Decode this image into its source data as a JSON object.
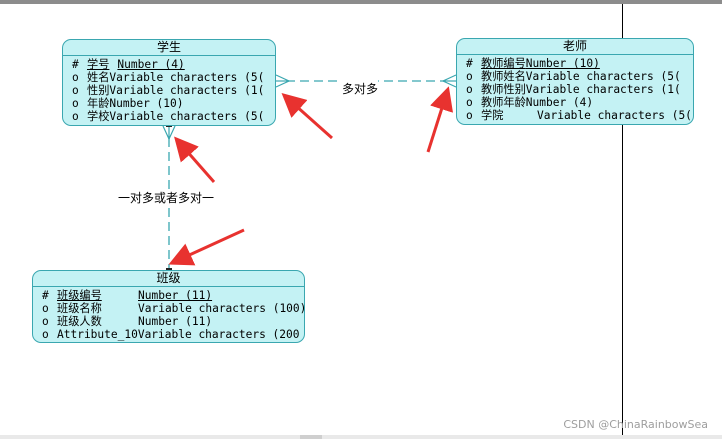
{
  "entities": {
    "student": {
      "title": "学生",
      "attributes": [
        {
          "marker": "#",
          "name": "学号",
          "type": "Number (4)",
          "pk": true
        },
        {
          "marker": "o",
          "name": "姓名",
          "type": "Variable characters (5("
        },
        {
          "marker": "o",
          "name": "性别",
          "type": "Variable characters (1("
        },
        {
          "marker": "o",
          "name": "年龄",
          "type": "Number (10)"
        },
        {
          "marker": "o",
          "name": "学校",
          "type": "Variable characters (5("
        }
      ]
    },
    "teacher": {
      "title": "老师",
      "attributes": [
        {
          "marker": "#",
          "name": "教师编号",
          "type": "Number (10)",
          "pk": true
        },
        {
          "marker": "o",
          "name": "教师姓名",
          "type": "Variable characters (5("
        },
        {
          "marker": "o",
          "name": "教师性别",
          "type": "Variable characters (1("
        },
        {
          "marker": "o",
          "name": "教师年龄",
          "type": "Number (4)"
        },
        {
          "marker": "o",
          "name": "学院",
          "type": "Variable characters (5("
        }
      ]
    },
    "class": {
      "title": "班级",
      "attributes": [
        {
          "marker": "#",
          "name": "班级编号",
          "type": "Number (11)",
          "pk": true
        },
        {
          "marker": "o",
          "name": "班级名称",
          "type": "Variable characters (100)"
        },
        {
          "marker": "o",
          "name": "班级人数",
          "type": "Number (11)"
        },
        {
          "marker": "o",
          "name": "Attribute_10",
          "type": "Variable characters (200"
        }
      ]
    }
  },
  "relationships": {
    "student_teacher": "多对多",
    "student_class": "一对多或者多对一"
  },
  "watermark": "CSDN @ChinaRainbowSea",
  "colors": {
    "entity_fill": "#c4f2f4",
    "entity_border": "#3aa7b0",
    "arrow": "#e8322f",
    "link": "#3aa7b0"
  }
}
